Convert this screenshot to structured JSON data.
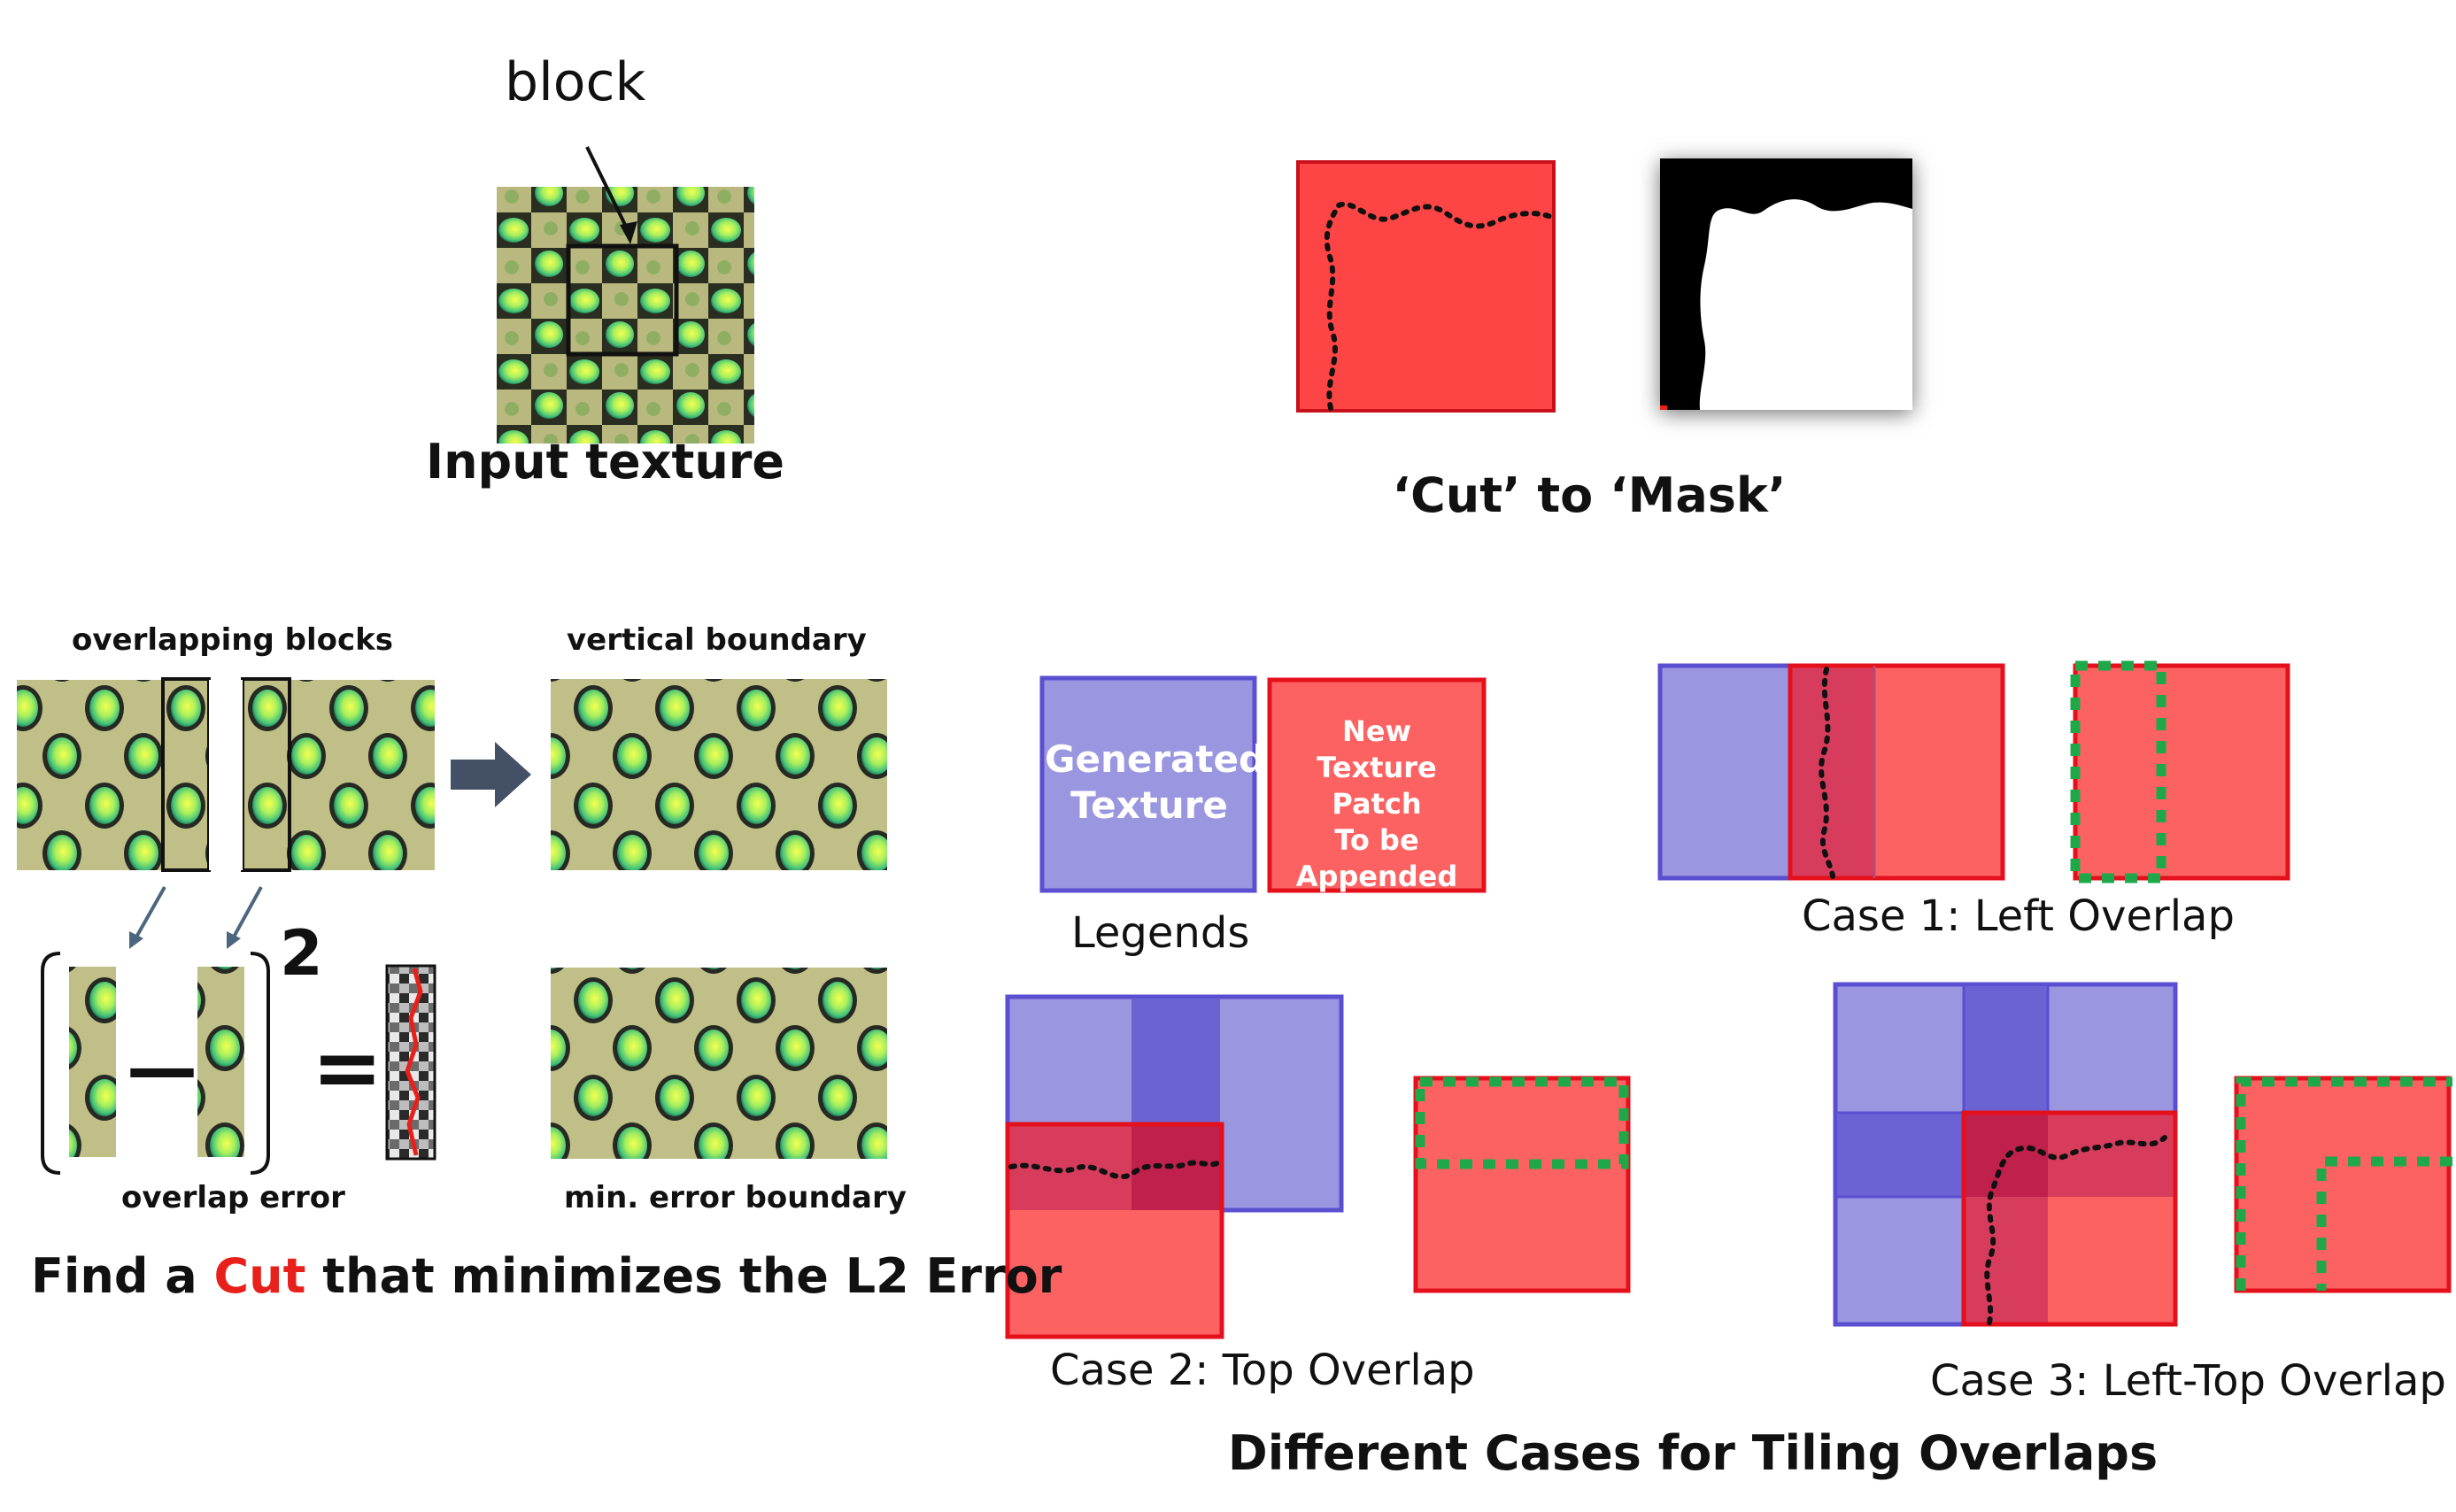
{
  "top_left": {
    "block_label": "block",
    "input_texture_label": "Input texture"
  },
  "top_right": {
    "cut_to_mask_label": "‘Cut’ to ‘Mask’"
  },
  "bottom_left": {
    "overlapping_blocks_label": "overlapping blocks",
    "vertical_boundary_label": "vertical boundary",
    "overlap_error_label": "overlap error",
    "min_error_boundary_label": "min. error boundary",
    "exponent": "2",
    "minus": "—",
    "equals": "=",
    "find_prefix": "Find a ",
    "find_cut": "Cut",
    "find_suffix": " that minimizes the L2 Error"
  },
  "legends": {
    "generated_line1": "Generated",
    "generated_line2": "Texture",
    "new_line1": "New",
    "new_line2": "Texture Patch",
    "new_line3": "To be",
    "new_line4": "Appended",
    "legends_label": "Legends"
  },
  "cases": {
    "case1": "Case 1: Left Overlap",
    "case2": "Case 2: Top Overlap",
    "case3": "Case 3: Left-Top Overlap",
    "title": "Different Cases for Tiling Overlaps"
  },
  "colors": {
    "blue_fill": "#9a96e0",
    "blue_dark": "#6b63d4",
    "blue_border": "#5a4fd0",
    "red_fill": "#fd6262",
    "red_border": "#e4101c",
    "overlap_fill": "#d83c5c",
    "overlap_dark": "#c0204c",
    "green_dash": "#1fa84a",
    "accent_red": "#e8201c"
  }
}
